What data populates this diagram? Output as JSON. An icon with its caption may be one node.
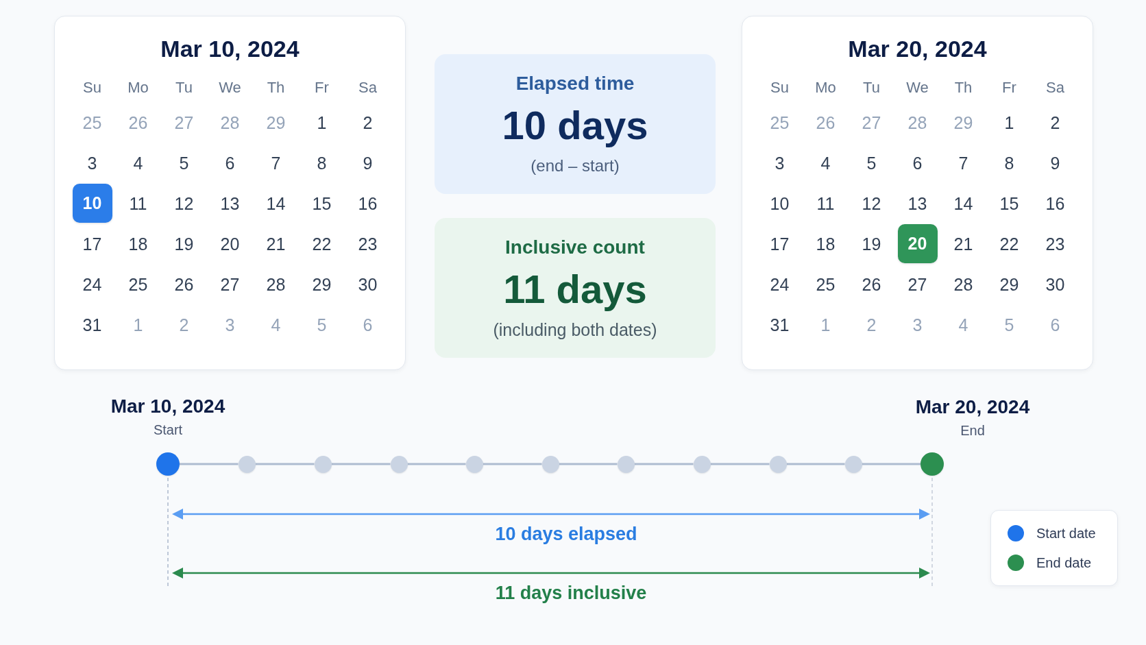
{
  "diagram": {
    "nodes": [
      {
        "text": [
          "Mar 10, 2024"
        ]
      },
      {
        "text": [
          "10"
        ],
        "in": 0
      },
      {
        "text": [
          "Elapsed time",
          "10 days",
          "(end – start)"
        ]
      },
      {
        "text": [
          "Inclusive count",
          "11 days",
          "(including both dates)"
        ]
      },
      {
        "text": [
          "Mar 20, 2024"
        ]
      },
      {
        "text": [
          "20"
        ],
        "in": 4
      },
      {
        "text": [],
        "shape": "circle",
        "beside": [
          "Mar 10, 2024",
          "Start"
        ]
      },
      {
        "text": [],
        "shape": "circle"
      },
      {
        "text": [],
        "shape": "circle"
      },
      {
        "text": [],
        "shape": "circle"
      },
      {
        "text": [],
        "shape": "circle"
      },
      {
        "text": [],
        "shape": "circle"
      },
      {
        "text": [],
        "shape": "circle"
      },
      {
        "text": [],
        "shape": "circle"
      },
      {
        "text": [],
        "shape": "circle"
      },
      {
        "text": [],
        "shape": "circle"
      },
      {
        "text": [],
        "shape": "circle",
        "beside": [
          "Mar 20, 2024",
          "End"
        ]
      }
    ],
    "edges": [
      {
        "from": 6,
        "to": 7,
        "arrow": "none"
      },
      {
        "from": 7,
        "to": 8,
        "arrow": "none"
      },
      {
        "from": 8,
        "to": 9,
        "arrow": "none"
      },
      {
        "from": 9,
        "to": 10,
        "arrow": "none"
      },
      {
        "from": 10,
        "to": 11,
        "arrow": "none"
      },
      {
        "from": 11,
        "to": 12,
        "arrow": "none"
      },
      {
        "from": 12,
        "to": 13,
        "arrow": "none"
      },
      {
        "from": 13,
        "to": 14,
        "arrow": "none"
      },
      {
        "from": 14,
        "to": 15,
        "arrow": "none"
      },
      {
        "from": 15,
        "to": 16,
        "arrow": "none"
      }
    ],
    "labels": [
      "Su",
      "Mo",
      "Tu",
      "We",
      "Th",
      "Fr",
      "Sa",
      "25",
      "26",
      "27",
      "28",
      "29",
      "1",
      "2",
      "3",
      "4",
      "5",
      "6",
      "7",
      "8",
      "9",
      "11",
      "12",
      "13",
      "14",
      "15",
      "16",
      "17",
      "18",
      "19",
      "20",
      "21",
      "22",
      "23",
      "24",
      "25",
      "26",
      "27",
      "28",
      "29",
      "30",
      "31",
      "1",
      "2",
      "3",
      "4",
      "5",
      "6",
      "Su",
      "Mo",
      "Tu",
      "We",
      "Th",
      "Fr",
      "Sa",
      "25",
      "26",
      "27",
      "28",
      "29",
      "1",
      "2",
      "3",
      "4",
      "5",
      "6",
      "7",
      "8",
      "9",
      "10",
      "11",
      "12",
      "13",
      "14",
      "15",
      "16",
      "17",
      "18",
      "19",
      "21",
      "22",
      "23",
      "24",
      "25",
      "26",
      "27",
      "28",
      "29",
      "30",
      "31",
      "1",
      "2",
      "3",
      "4",
      "5",
      "6",
      "10 days elapsed",
      "11 days inclusive"
    ],
    "legend": [
      {
        "text": "Start date",
        "color": "#1f74ea"
      },
      {
        "text": "End date",
        "color": "#2c8f50"
      }
    ]
  }
}
